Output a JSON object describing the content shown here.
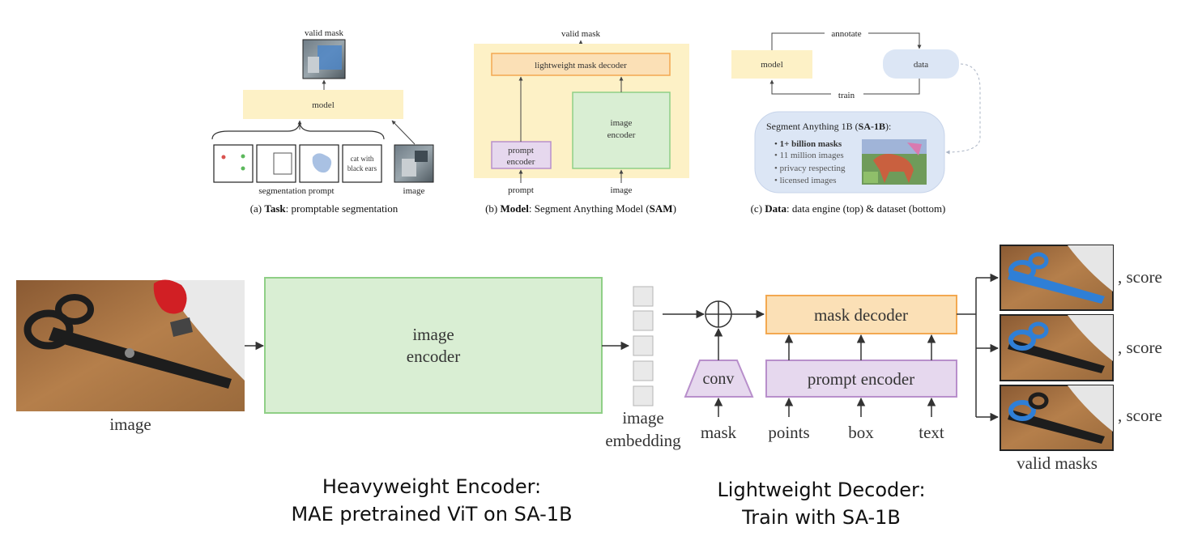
{
  "panel_a": {
    "valid_mask": "valid mask",
    "model": "model",
    "prompt_cat_line1": "cat with",
    "prompt_cat_line2": "black ears",
    "segmentation_prompt": "segmentation prompt",
    "image": "image",
    "caption_prefix": "(a) ",
    "caption_bold": "Task",
    "caption_rest": ": promptable segmentation"
  },
  "panel_b": {
    "valid_mask": "valid mask",
    "decoder": "lightweight mask decoder",
    "encoder_line1": "image",
    "encoder_line2": "encoder",
    "prompt_encoder_line1": "prompt",
    "prompt_encoder_line2": "encoder",
    "prompt": "prompt",
    "image": "image",
    "caption_prefix": "(b) ",
    "caption_bold": "Model",
    "caption_mid": ": Segment Anything Model (",
    "caption_bold2": "SAM",
    "caption_end": ")"
  },
  "panel_c": {
    "annotate": "annotate",
    "model": "model",
    "data": "data",
    "train": "train",
    "dataset_title_pre": "Segment Anything 1B (",
    "dataset_title_bold": "SA-1B",
    "dataset_title_post": "):",
    "bullets": [
      "1+ billion masks",
      "11 million images",
      "privacy respecting",
      "licensed images"
    ],
    "caption_prefix": "(c) ",
    "caption_bold": "Data",
    "caption_rest": ": data engine (top) & dataset (bottom)"
  },
  "main": {
    "image_label": "image",
    "encoder_line1": "image",
    "encoder_line2": "encoder",
    "embedding_line1": "image",
    "embedding_line2": "embedding",
    "conv": "conv",
    "mask": "mask",
    "mask_decoder": "mask decoder",
    "prompt_encoder": "prompt encoder",
    "points": "points",
    "box": "box",
    "text": "text",
    "scores": [
      ", score",
      ", score",
      ", score"
    ],
    "valid_masks": "valid masks"
  },
  "notes": {
    "encoder_line1": "Heavyweight Encoder:",
    "encoder_line2": "MAE pretrained ViT on SA-1B",
    "decoder_line1": "Lightweight Decoder:",
    "decoder_line2": "Train with SA-1B"
  },
  "colors": {
    "model_yellow": "#fdf1c6",
    "encoder_green": "#d9eed3",
    "encoder_green_border": "#8fcf86",
    "decoder_orange": "#fbe0b6",
    "decoder_orange_border": "#f3a850",
    "prompt_purple": "#e6d8ee",
    "prompt_purple_border": "#b88fcb",
    "data_blue": "#dce6f5",
    "scissors_blue": "#2f7fd6",
    "wood": "#b07845"
  }
}
